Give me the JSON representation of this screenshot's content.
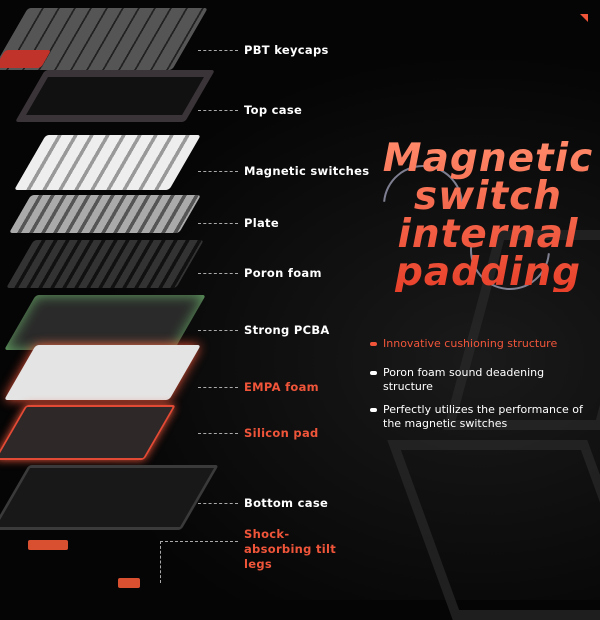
{
  "labels": [
    {
      "text": "PBT keycaps",
      "accent": false
    },
    {
      "text": "Top case",
      "accent": false
    },
    {
      "text": "Magnetic switches",
      "accent": false
    },
    {
      "text": "Plate",
      "accent": false
    },
    {
      "text": "Poron foam",
      "accent": false
    },
    {
      "text": "Strong PCBA",
      "accent": false
    },
    {
      "text": "EMPA foam",
      "accent": true
    },
    {
      "text": "Silicon pad",
      "accent": true
    },
    {
      "text": "Bottom case",
      "accent": false
    },
    {
      "text": "Shock-absorbing tilt legs",
      "accent": true
    }
  ],
  "title": {
    "line1": "Magnetic",
    "line2": "switch",
    "line3": "internal",
    "line4": "padding"
  },
  "bullets": [
    {
      "text": "Innovative cushioning structure",
      "accent": true
    },
    {
      "text": "Poron foam sound deadening structure",
      "accent": false
    },
    {
      "text": "Perfectly utilizes the performance of the magnetic switches",
      "accent": false
    }
  ],
  "colors": {
    "accent": "#f0553a",
    "background": "#050505"
  }
}
